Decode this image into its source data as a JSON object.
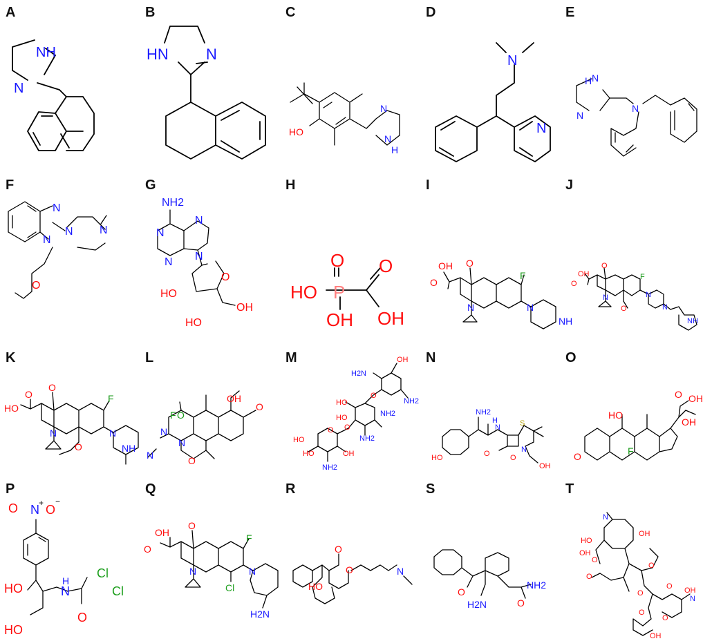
{
  "panels": [
    {
      "label": "A",
      "atoms": [
        "NH",
        "N"
      ]
    },
    {
      "label": "B",
      "atoms": [
        "HN",
        "N"
      ]
    },
    {
      "label": "C",
      "atoms": [
        "HO",
        "N",
        "N",
        "H"
      ]
    },
    {
      "label": "D",
      "atoms": [
        "N",
        "N"
      ]
    },
    {
      "label": "E",
      "atoms": [
        "H",
        "N",
        "N",
        "N"
      ]
    },
    {
      "label": "F",
      "atoms": [
        "N",
        "N",
        "N",
        "N",
        "O"
      ]
    },
    {
      "label": "G",
      "atoms": [
        "NH2",
        "N",
        "N",
        "N",
        "N",
        "O",
        "HO",
        "HO",
        "OH"
      ]
    },
    {
      "label": "H",
      "atoms": [
        "O",
        "O",
        "HO",
        "P",
        "OH",
        "OH"
      ]
    },
    {
      "label": "I",
      "atoms": [
        "OH",
        "O",
        "O",
        "F",
        "N",
        "N",
        "NH"
      ]
    },
    {
      "label": "J",
      "atoms": [
        "OH",
        "O",
        "O",
        "F",
        "N",
        "N",
        "N",
        "O",
        "NH"
      ]
    },
    {
      "label": "K",
      "atoms": [
        "HO",
        "O",
        "O",
        "F",
        "N",
        "N",
        "O",
        "NH"
      ]
    },
    {
      "label": "L",
      "atoms": [
        "O",
        "OH",
        "O",
        "F",
        "N",
        "N",
        "N",
        "O"
      ]
    },
    {
      "label": "M",
      "atoms": [
        "H2N",
        "OH",
        "HO",
        "O",
        "NH2",
        "NH2",
        "HO",
        "O",
        "O",
        "HO",
        "HO",
        "OH",
        "NH2",
        "NH2"
      ]
    },
    {
      "label": "N",
      "atoms": [
        "NH2",
        "H",
        "N",
        "S",
        "HO",
        "O",
        "N",
        "O",
        "OH"
      ]
    },
    {
      "label": "O",
      "atoms": [
        "O",
        "OH",
        "HO",
        "OH",
        "O",
        "F"
      ]
    },
    {
      "label": "P",
      "atoms": [
        "O",
        "N",
        "+",
        "O",
        "−",
        "Cl",
        "HO",
        "N",
        "H",
        "Cl",
        "HO",
        "O"
      ]
    },
    {
      "label": "Q",
      "atoms": [
        "OH",
        "O",
        "O",
        "F",
        "N",
        "N",
        "Cl",
        "H2N"
      ]
    },
    {
      "label": "R",
      "atoms": [
        "O",
        "O",
        "N",
        "HO"
      ]
    },
    {
      "label": "S",
      "atoms": [
        "O",
        "NH2",
        "H2N",
        "O"
      ]
    },
    {
      "label": "T",
      "atoms": [
        "N",
        "HO",
        "OH",
        "OH",
        "O",
        "O",
        "O",
        "O",
        "OH",
        "N",
        "O",
        "O",
        "OH",
        "O"
      ]
    }
  ]
}
